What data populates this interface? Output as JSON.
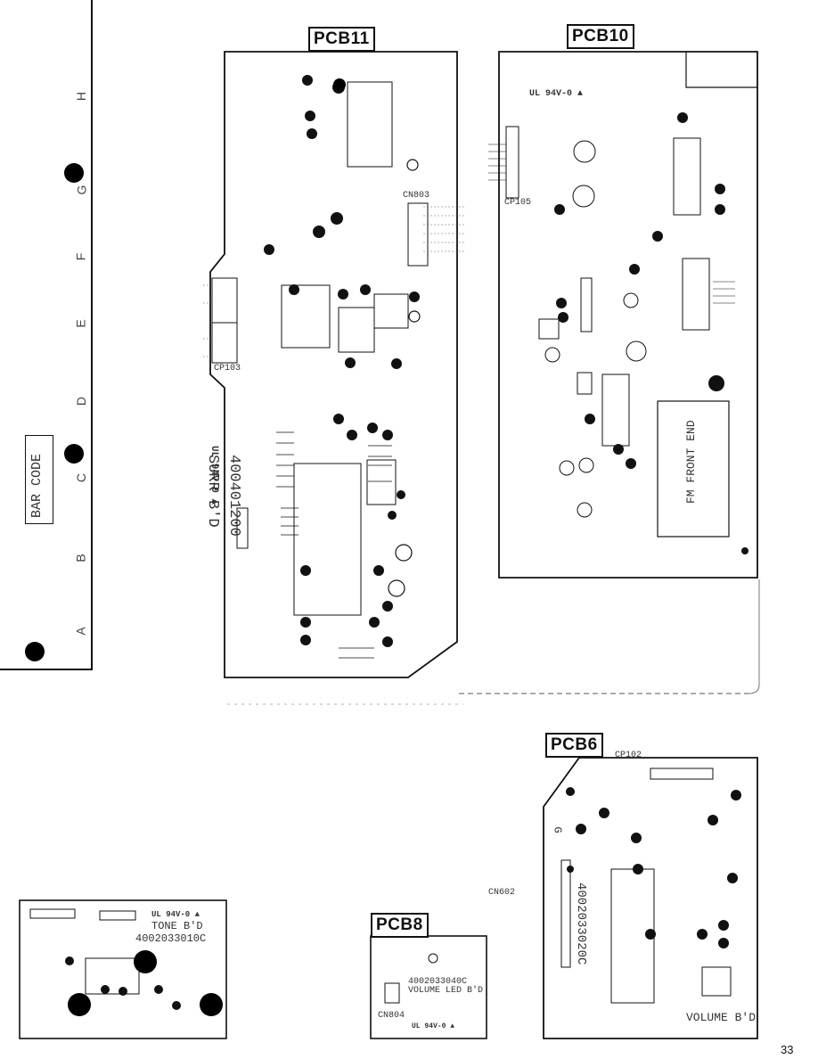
{
  "boards": {
    "pcb11": {
      "label": "PCB11",
      "text_code": "400401200",
      "text_name": "SURR B'D",
      "text_mark": "UL 94V-0 ▲",
      "connector": "CN803",
      "connector_left": "CP103"
    },
    "pcb10": {
      "label": "PCB10",
      "text_mark": "UL 94V-0 ▲",
      "text_fm": "FM FRONT END",
      "connector": "CP105"
    },
    "pcb6": {
      "label": "PCB6",
      "text_code": "4002033020C",
      "text_name": "VOLUME B'D",
      "connector_top": "CP102",
      "connector_left": "CN602",
      "grid_g": "G"
    },
    "pcb8": {
      "label": "PCB8",
      "text_code": "4002033040C",
      "text_name": "VOLUME LED B'D",
      "text_mark": "UL 94V-0 ▲",
      "connector": "CN804"
    },
    "tone": {
      "text_mark": "UL 94V-0 ▲",
      "text_name": "TONE B'D",
      "text_code": "4002033010C"
    }
  },
  "left_strip": {
    "bar_code": "BAR CODE",
    "grid_letters": [
      "H",
      "G",
      "F",
      "E",
      "D",
      "C",
      "B",
      "A"
    ]
  },
  "page_number": "33"
}
